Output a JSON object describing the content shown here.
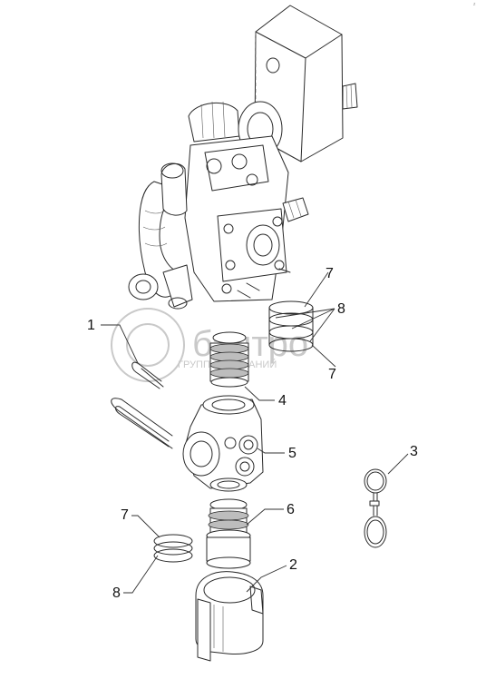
{
  "callouts": [
    {
      "id": "c1",
      "label": "1"
    },
    {
      "id": "c2",
      "label": "2"
    },
    {
      "id": "c3",
      "label": "3"
    },
    {
      "id": "c4",
      "label": "4"
    },
    {
      "id": "c5",
      "label": "5"
    },
    {
      "id": "c6",
      "label": "6"
    },
    {
      "id": "c7a",
      "label": "7"
    },
    {
      "id": "c7b",
      "label": "7"
    },
    {
      "id": "c7c",
      "label": "7"
    },
    {
      "id": "c8a",
      "label": "8"
    },
    {
      "id": "c8b",
      "label": "8"
    }
  ],
  "watermark": {
    "brand": "бэлтро",
    "tagline": "ГРУППА КОМПАНИЙ"
  },
  "corner_mark": "z"
}
